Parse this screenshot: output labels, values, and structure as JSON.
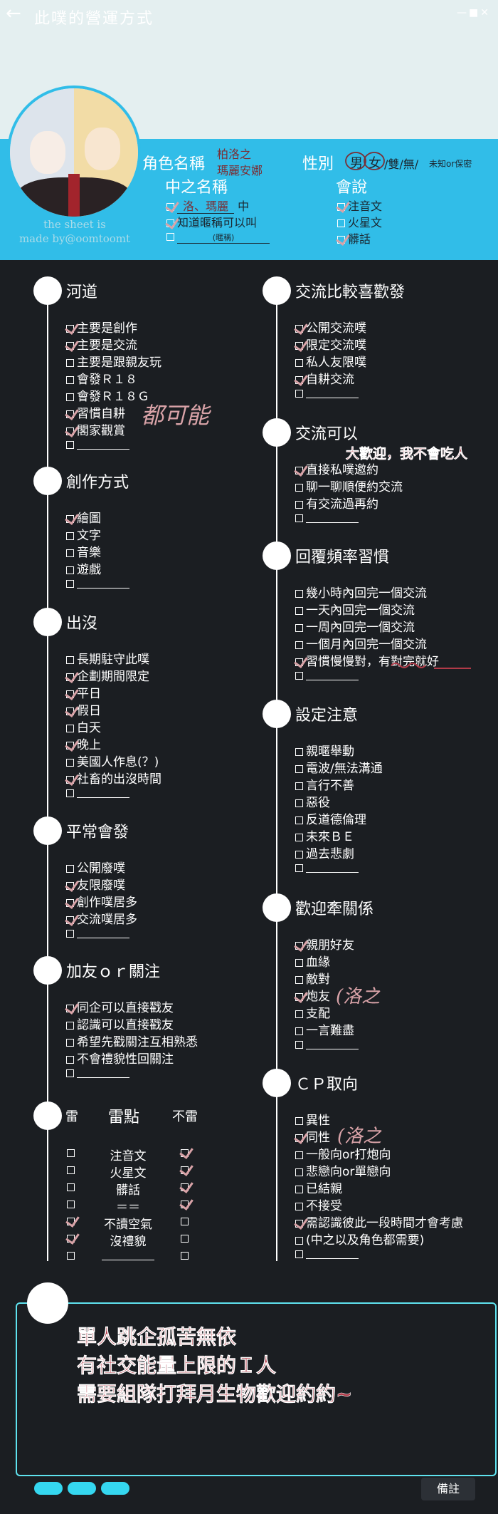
{
  "window": {
    "title": "此噗的營運方式",
    "back_icon": "←",
    "controls": "—■✕"
  },
  "credit": {
    "line1": "the sheet is",
    "line2": "made by@oomtoomt"
  },
  "profile": {
    "role_label": "角色名稱",
    "role_names": [
      "柏洛之",
      "瑪麗安娜"
    ],
    "nickname_label": "中之名稱",
    "nickname_items": [
      {
        "checked": true,
        "text": "洛、瑪麗",
        "suffix": "中"
      },
      {
        "checked": true,
        "text": "知道暱稱可以叫"
      },
      {
        "checked": false,
        "text": "",
        "hint": "(暱稱)"
      }
    ],
    "gender_label": "性別",
    "gender_options": [
      "男",
      "女",
      "/雙/無/",
      "未知or保密"
    ],
    "speak_label": "會說",
    "speak_items": [
      {
        "checked": true,
        "text": "注音文"
      },
      {
        "checked": false,
        "text": "火星文"
      },
      {
        "checked": true,
        "text": "髒話"
      }
    ]
  },
  "left_sections": [
    {
      "title": "河道",
      "items": [
        {
          "checked": true,
          "text": "主要是創作"
        },
        {
          "checked": true,
          "text": "主要是交流"
        },
        {
          "checked": false,
          "text": "主要是跟親友玩"
        },
        {
          "checked": false,
          "text": "會發Ｒ１８"
        },
        {
          "checked": false,
          "text": "會發Ｒ１８Ｇ"
        },
        {
          "checked": true,
          "text": "習慣自耕"
        },
        {
          "checked": true,
          "text": "閣家觀賞"
        },
        {
          "checked": false,
          "text": "",
          "blank": true
        }
      ]
    },
    {
      "title": "創作方式",
      "items": [
        {
          "checked": true,
          "text": "繪圖"
        },
        {
          "checked": false,
          "text": "文字"
        },
        {
          "checked": false,
          "text": "音樂"
        },
        {
          "checked": false,
          "text": "遊戲"
        },
        {
          "checked": false,
          "text": "",
          "blank": true
        }
      ]
    },
    {
      "title": "出沒",
      "items": [
        {
          "checked": false,
          "text": "長期駐守此噗"
        },
        {
          "checked": true,
          "text": "企劃期間限定"
        },
        {
          "checked": true,
          "text": "平日"
        },
        {
          "checked": true,
          "text": "假日"
        },
        {
          "checked": false,
          "text": "白天"
        },
        {
          "checked": true,
          "text": "晚上"
        },
        {
          "checked": false,
          "text": "美國人作息(？)"
        },
        {
          "checked": true,
          "text": "社畜的出沒時間"
        },
        {
          "checked": false,
          "text": "",
          "blank": true
        }
      ]
    },
    {
      "title": "平常會發",
      "items": [
        {
          "checked": false,
          "text": "公開廢噗"
        },
        {
          "checked": true,
          "text": "友限廢噗"
        },
        {
          "checked": true,
          "text": "創作噗居多"
        },
        {
          "checked": true,
          "text": "交流噗居多"
        },
        {
          "checked": false,
          "text": "",
          "blank": true
        }
      ]
    },
    {
      "title": "加友ｏｒ關注",
      "items": [
        {
          "checked": true,
          "text": "同企可以直接戳友"
        },
        {
          "checked": false,
          "text": "認識可以直接戳友"
        },
        {
          "checked": false,
          "text": "希望先戳關注互相熟悉"
        },
        {
          "checked": false,
          "text": "不會禮貌性回關注"
        },
        {
          "checked": false,
          "text": "",
          "blank": true
        }
      ]
    }
  ],
  "right_sections": [
    {
      "title": "交流比較喜歡發",
      "items": [
        {
          "checked": true,
          "text": "公開交流噗"
        },
        {
          "checked": true,
          "text": "限定交流噗"
        },
        {
          "checked": false,
          "text": "私人友限噗"
        },
        {
          "checked": true,
          "text": "自耕交流"
        },
        {
          "checked": false,
          "text": "",
          "blank": true
        }
      ]
    },
    {
      "title": "交流可以",
      "items": [
        {
          "checked": true,
          "text": "直接私噗邀約"
        },
        {
          "checked": false,
          "text": "聊一聊順便約交流"
        },
        {
          "checked": false,
          "text": "有交流過再約"
        },
        {
          "checked": false,
          "text": "",
          "blank": true
        }
      ]
    },
    {
      "title": "回覆頻率習慣",
      "items": [
        {
          "checked": false,
          "text": "幾小時內回完一個交流"
        },
        {
          "checked": false,
          "text": "一天內回完一個交流"
        },
        {
          "checked": false,
          "text": "一周內回完一個交流"
        },
        {
          "checked": false,
          "text": "一個月內回完一個交流"
        },
        {
          "checked": true,
          "text": "習慣慢慢對，有對完就好"
        },
        {
          "checked": false,
          "text": "",
          "blank": true
        }
      ]
    },
    {
      "title": "設定注意",
      "items": [
        {
          "checked": false,
          "text": "親暱舉動"
        },
        {
          "checked": false,
          "text": "電波/無法溝通"
        },
        {
          "checked": false,
          "text": "言行不善"
        },
        {
          "checked": false,
          "text": "惡役"
        },
        {
          "checked": false,
          "text": "反道德倫理"
        },
        {
          "checked": false,
          "text": "未來ＢＥ"
        },
        {
          "checked": false,
          "text": "過去悲劇"
        },
        {
          "checked": false,
          "text": "",
          "blank": true
        }
      ]
    },
    {
      "title": "歡迎牽關係",
      "items": [
        {
          "checked": true,
          "text": "親朋好友"
        },
        {
          "checked": false,
          "text": "血緣"
        },
        {
          "checked": false,
          "text": "敵對"
        },
        {
          "checked": true,
          "text": "炮友"
        },
        {
          "checked": false,
          "text": "支配"
        },
        {
          "checked": false,
          "text": "一言難盡"
        },
        {
          "checked": false,
          "text": "",
          "blank": true
        }
      ]
    },
    {
      "title": "ＣＰ取向",
      "items": [
        {
          "checked": false,
          "text": "異性"
        },
        {
          "checked": true,
          "text": "同性"
        },
        {
          "checked": false,
          "text": "一般向or打炮向"
        },
        {
          "checked": false,
          "text": "悲戀向or單戀向"
        },
        {
          "checked": false,
          "text": "已結親"
        },
        {
          "checked": false,
          "text": "不接受"
        },
        {
          "checked": true,
          "text": "需認識彼此一段時間才會考慮"
        },
        {
          "checked": false,
          "text": "(中之以及角色都需要)"
        },
        {
          "checked": false,
          "text": "",
          "blank": true
        }
      ]
    }
  ],
  "lei": {
    "title": "雷",
    "mid": "雷點",
    "right": "不雷",
    "rows": [
      {
        "left": false,
        "text": "注音文",
        "right": true
      },
      {
        "left": false,
        "text": "火星文",
        "right": true
      },
      {
        "left": false,
        "text": "髒話",
        "right": true
      },
      {
        "left": false,
        "text": "＝＝",
        "right": true
      },
      {
        "left": true,
        "text": "不讀空氣",
        "right": false
      },
      {
        "left": true,
        "text": "沒禮貌",
        "right": false
      },
      {
        "left": false,
        "text": "",
        "right": false,
        "blank": true
      }
    ]
  },
  "annotations": {
    "hedao": "都可能",
    "jiaoliu": "大歡迎，我不會吃人",
    "paoyou": "(洛之",
    "tongxing": "(洛之"
  },
  "note_box": {
    "lines": [
      "單人跳企孤苦無依",
      "有社交能量上限的Ｉ人",
      "需要組隊打拜月生物歡迎約約~"
    ]
  },
  "footer": {
    "note_button": "備註"
  },
  "colors": {
    "accent": "#31bde8",
    "check": "#d9a3a8",
    "note_text": "#b13a48",
    "box_border": "#5fe3ef"
  }
}
